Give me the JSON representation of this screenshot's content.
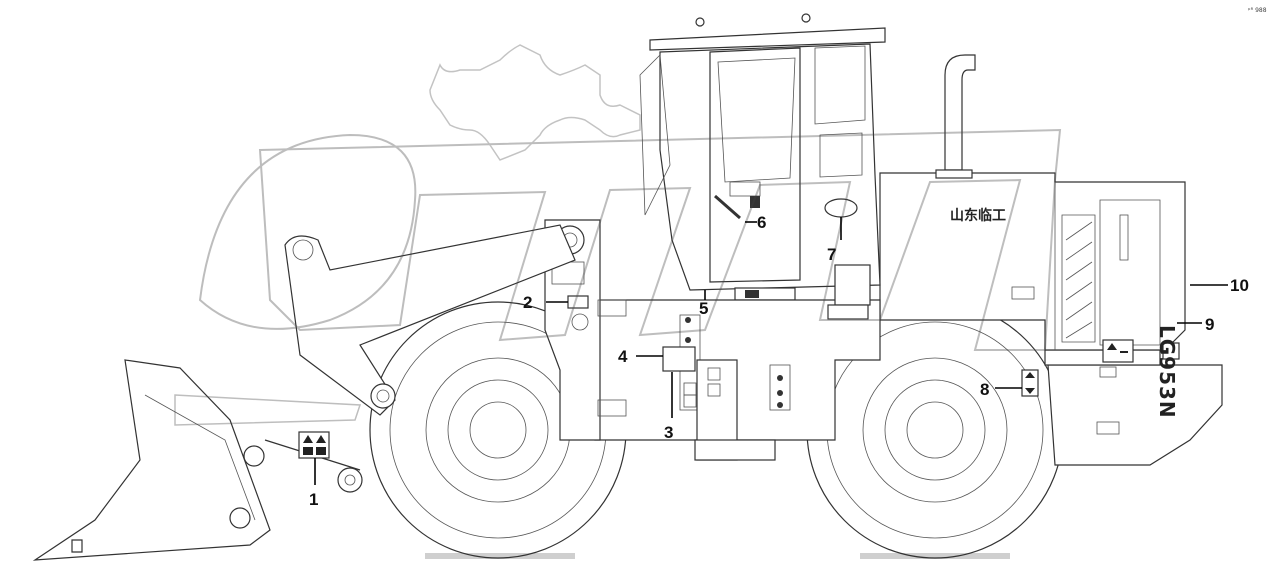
{
  "corner_code": "ᵖᴿ 988",
  "machine": {
    "brand_text": "山东临工",
    "model_text": "LG953N"
  },
  "callouts": [
    {
      "id": "1",
      "label": "1"
    },
    {
      "id": "2",
      "label": "2"
    },
    {
      "id": "3",
      "label": "3"
    },
    {
      "id": "4",
      "label": "4"
    },
    {
      "id": "5",
      "label": "5"
    },
    {
      "id": "6",
      "label": "6"
    },
    {
      "id": "7",
      "label": "7"
    },
    {
      "id": "8",
      "label": "8"
    },
    {
      "id": "9",
      "label": "9"
    },
    {
      "id": "10",
      "label": "10"
    }
  ],
  "colors": {
    "line": "#333333",
    "watermark": "#cfcfcf",
    "background": "#ffffff"
  }
}
